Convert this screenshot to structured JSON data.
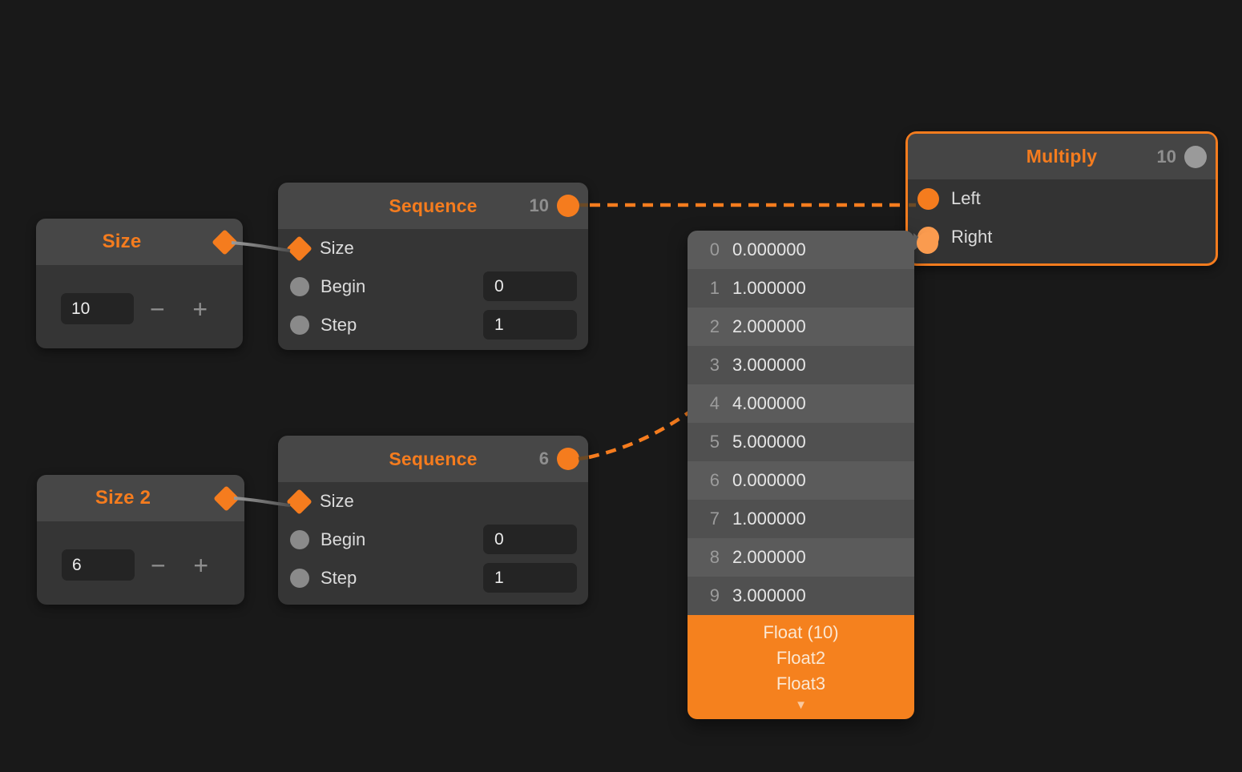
{
  "colors": {
    "background": "#191919",
    "accent_orange": "#F57C1E",
    "right_port_orange": "#FA9B4F",
    "gray_port": "#8A8A8A",
    "panel_row_even": "#5B5B5B",
    "panel_row_odd": "#505050",
    "footer_orange": "#F5811E"
  },
  "nodes": {
    "size1": {
      "title": "Size",
      "value": "10",
      "minus_icon": "−",
      "plus_icon": "+"
    },
    "size2": {
      "title": "Size 2",
      "value": "6",
      "minus_icon": "−",
      "plus_icon": "+"
    },
    "sequence1": {
      "title": "Sequence",
      "output_count": "10",
      "size_label": "Size",
      "begin_label": "Begin",
      "begin_value": "0",
      "step_label": "Step",
      "step_value": "1"
    },
    "sequence2": {
      "title": "Sequence",
      "output_count": "6",
      "size_label": "Size",
      "begin_label": "Begin",
      "begin_value": "0",
      "step_label": "Step",
      "step_value": "1"
    },
    "multiply": {
      "title": "Multiply",
      "output_count": "10",
      "left_label": "Left",
      "right_label": "Right"
    }
  },
  "preview_panel": {
    "rows": [
      {
        "index": "0",
        "value": "0.000000"
      },
      {
        "index": "1",
        "value": "1.000000"
      },
      {
        "index": "2",
        "value": "2.000000"
      },
      {
        "index": "3",
        "value": "3.000000"
      },
      {
        "index": "4",
        "value": "4.000000"
      },
      {
        "index": "5",
        "value": "5.000000"
      },
      {
        "index": "6",
        "value": "0.000000"
      },
      {
        "index": "7",
        "value": "1.000000"
      },
      {
        "index": "8",
        "value": "2.000000"
      },
      {
        "index": "9",
        "value": "3.000000"
      }
    ],
    "footer_lines": [
      "Float (10)",
      "Float2",
      "Float3"
    ],
    "collapse_icon": "▼"
  }
}
